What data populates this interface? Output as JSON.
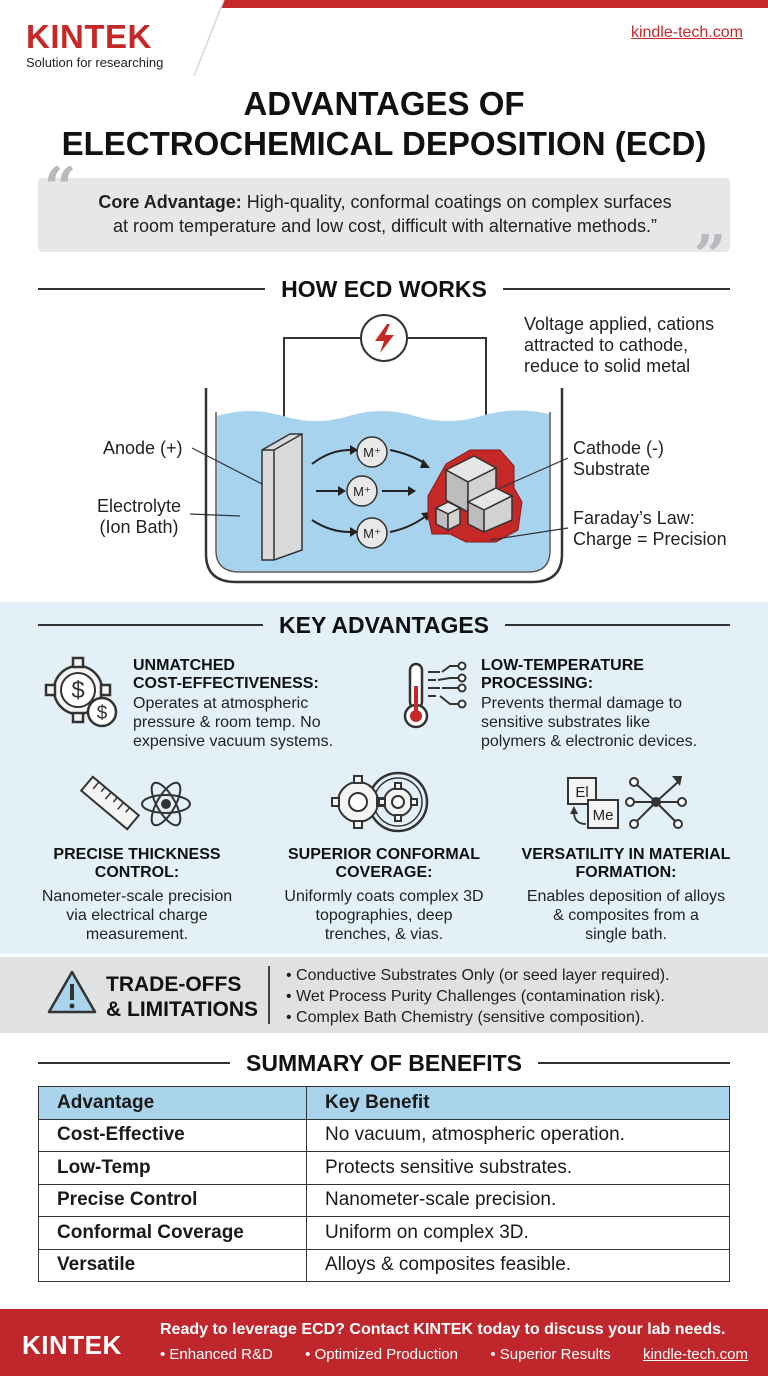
{
  "header": {
    "logo": "KINTEK",
    "tagline": "Solution for researching",
    "site": "kindle-tech.com"
  },
  "title": {
    "line1": "ADVANTAGES OF",
    "line2": "ELECTROCHEMICAL DEPOSITION (ECD)"
  },
  "core": {
    "label": "Core Advantage:",
    "text1": " High-quality, conformal coatings on complex surfaces",
    "text2": "at room temperature and low cost, difficult with alternative methods.”"
  },
  "how": {
    "heading": "HOW ECD WORKS",
    "voltage1": "Voltage applied, cations",
    "voltage2": "attracted to cathode,",
    "voltage3": "reduce to solid metal",
    "anode": "Anode (+)",
    "electrolyte1": "Electrolyte",
    "electrolyte2": "(Ion Bath)",
    "cathode1": "Cathode (-)",
    "cathode2": "Substrate",
    "faraday1": "Faraday’s Law:",
    "faraday2": "Charge = Precision",
    "ion": "M⁺"
  },
  "key": {
    "heading": "KEY ADVANTAGES",
    "items": [
      {
        "t1": "UNMATCHED",
        "t2": "COST-EFFECTIVENESS:",
        "d1": "Operates at atmospheric",
        "d2": "pressure & room temp. No",
        "d3": "expensive vacuum systems."
      },
      {
        "t1": "LOW-TEMPERATURE",
        "t2": "PROCESSING:",
        "d1": "Prevents thermal damage to",
        "d2": "sensitive substrates like",
        "d3": "polymers & electronic devices."
      },
      {
        "t1": "PRECISE THICKNESS",
        "t2": "CONTROL:",
        "d1": "Nanometer-scale precision",
        "d2": "via electrical charge",
        "d3": "measurement."
      },
      {
        "t1": "SUPERIOR CONFORMAL",
        "t2": "COVERAGE:",
        "d1": "Uniformly coats complex 3D",
        "d2": "topographies, deep",
        "d3": "trenches, & vias."
      },
      {
        "t1": "VERSATILITY IN MATERIAL",
        "t2": "FORMATION:",
        "d1": "Enables deposition of alloys",
        "d2": "& composites from a",
        "d3": "single bath."
      }
    ],
    "el": "El",
    "me": "Me"
  },
  "trade": {
    "title1": "TRADE-OFFS",
    "title2": "& LIMITATIONS",
    "items": [
      "• Conductive Substrates Only (or seed layer required).",
      "• Wet Process Purity Challenges (contamination risk).",
      "• Complex Bath Chemistry (sensitive composition)."
    ]
  },
  "summary": {
    "heading": "SUMMARY OF BENEFITS",
    "headers": [
      "Advantage",
      "Key Benefit"
    ],
    "rows": [
      [
        "Cost-Effective",
        "No vacuum, atmospheric operation."
      ],
      [
        "Low-Temp",
        "Protects sensitive substrates."
      ],
      [
        "Precise Control",
        "Nanometer-scale precision."
      ],
      [
        "Conformal Coverage",
        "Uniform on complex 3D."
      ],
      [
        "Versatile",
        "Alloys & composites feasible."
      ]
    ]
  },
  "footer": {
    "logo": "KINTEK",
    "cta": "Ready to leverage ECD? Contact KINTEK today to discuss your lab needs.",
    "b1": "• Enhanced R&D",
    "b2": "• Optimized Production",
    "b3": "• Superior Results",
    "site": "kindle-tech.com"
  },
  "colors": {
    "brand_red": "#c62828",
    "panel_blue": "#e3f0f8",
    "table_header": "#a9d4ec",
    "electrolyte": "#a8d3ee"
  }
}
